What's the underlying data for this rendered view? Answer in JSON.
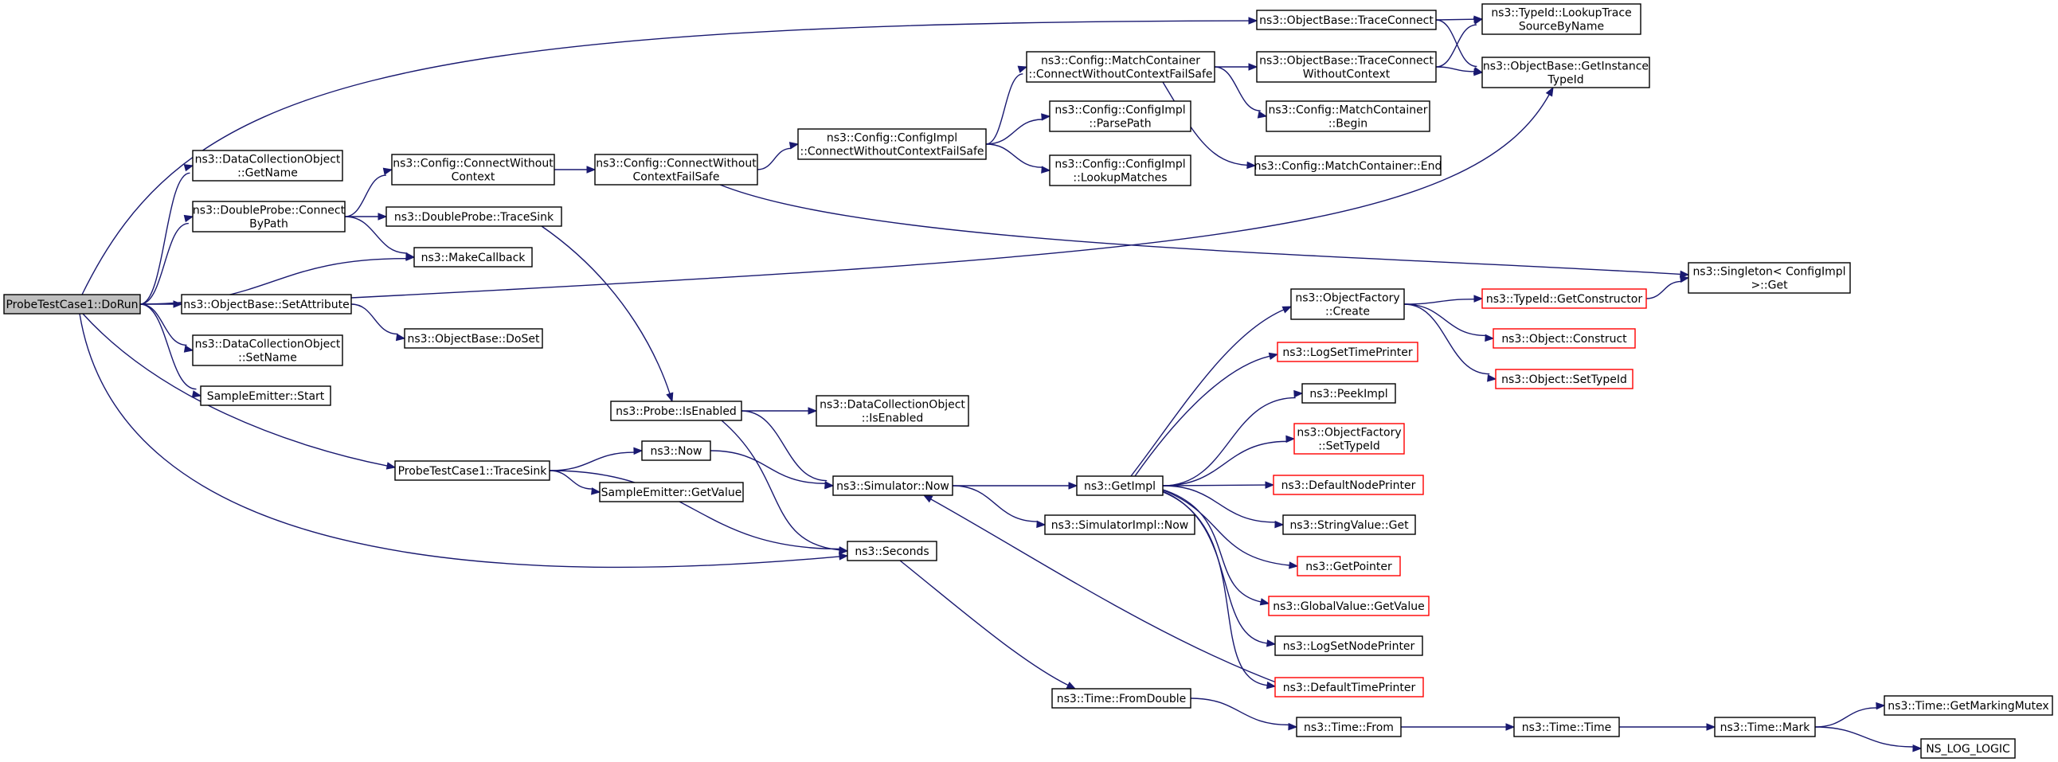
{
  "colors": {
    "edge": "#191970",
    "node_border": "#000000",
    "truncated_border": "#ff0000",
    "root_fill": "#bfbfbf",
    "node_fill": "#ffffff"
  },
  "nodes": [
    {
      "id": "dorun",
      "lines": [
        "ProbeTestCase1::DoRun"
      ],
      "style": "root"
    },
    {
      "id": "tracesink_self",
      "lines": [
        "ProbeTestCase1::TraceSink"
      ],
      "style": "normal"
    },
    {
      "id": "dco_getname",
      "lines": [
        "ns3::DataCollectionObject",
        "::GetName"
      ],
      "style": "normal"
    },
    {
      "id": "dp_connectbypath",
      "lines": [
        "ns3::DoubleProbe::Connect",
        "ByPath"
      ],
      "style": "normal"
    },
    {
      "id": "makecallback",
      "lines": [
        "ns3::MakeCallback"
      ],
      "style": "normal"
    },
    {
      "id": "ob_setattribute",
      "lines": [
        "ns3::ObjectBase::SetAttribute"
      ],
      "style": "normal"
    },
    {
      "id": "dco_setname",
      "lines": [
        "ns3::DataCollectionObject",
        "::SetName"
      ],
      "style": "normal"
    },
    {
      "id": "se_start",
      "lines": [
        "SampleEmitter::Start"
      ],
      "style": "normal"
    },
    {
      "id": "ob_traceconnect",
      "lines": [
        "ns3::ObjectBase::TraceConnect"
      ],
      "style": "normal"
    },
    {
      "id": "seconds",
      "lines": [
        "ns3::Seconds"
      ],
      "style": "normal"
    },
    {
      "id": "cfg_connectwithout",
      "lines": [
        "ns3::Config::ConnectWithout",
        "Context"
      ],
      "style": "normal"
    },
    {
      "id": "dp_tracesink",
      "lines": [
        "ns3::DoubleProbe::TraceSink"
      ],
      "style": "normal"
    },
    {
      "id": "cfg_cwcfs",
      "lines": [
        "ns3::Config::ConnectWithout",
        "ContextFailSafe"
      ],
      "style": "normal"
    },
    {
      "id": "cfgimpl_cwcfs",
      "lines": [
        "ns3::Config::ConfigImpl",
        "::ConnectWithoutContextFailSafe"
      ],
      "style": "normal"
    },
    {
      "id": "cfgimpl_parsepath",
      "lines": [
        "ns3::Config::ConfigImpl",
        "::ParsePath"
      ],
      "style": "normal"
    },
    {
      "id": "cfgimpl_lookupmatches",
      "lines": [
        "ns3::Config::ConfigImpl",
        "::LookupMatches"
      ],
      "style": "normal"
    },
    {
      "id": "mc_cwcfs",
      "lines": [
        "ns3::Config::MatchContainer",
        "::ConnectWithoutContextFailSafe"
      ],
      "style": "normal"
    },
    {
      "id": "ob_traceconnectwc",
      "lines": [
        "ns3::ObjectBase::TraceConnect",
        "WithoutContext"
      ],
      "style": "normal"
    },
    {
      "id": "mc_begin",
      "lines": [
        "ns3::Config::MatchContainer",
        "::Begin"
      ],
      "style": "normal"
    },
    {
      "id": "mc_end",
      "lines": [
        "ns3::Config::MatchContainer::End"
      ],
      "style": "normal"
    },
    {
      "id": "typeid_lookuptrace",
      "lines": [
        "ns3::TypeId::LookupTrace",
        "SourceByName"
      ],
      "style": "normal"
    },
    {
      "id": "ob_getinstancetypeid",
      "lines": [
        "ns3::ObjectBase::GetInstance",
        "TypeId"
      ],
      "style": "normal"
    },
    {
      "id": "singleton_get",
      "lines": [
        "ns3::Singleton< ConfigImpl",
        " >::Get"
      ],
      "style": "normal"
    },
    {
      "id": "ob_doset",
      "lines": [
        "ns3::ObjectBase::DoSet"
      ],
      "style": "normal"
    },
    {
      "id": "probe_isenabled",
      "lines": [
        "ns3::Probe::IsEnabled"
      ],
      "style": "normal"
    },
    {
      "id": "dco_isenabled",
      "lines": [
        "ns3::DataCollectionObject",
        "::IsEnabled"
      ],
      "style": "normal"
    },
    {
      "id": "now",
      "lines": [
        "ns3::Now"
      ],
      "style": "normal"
    },
    {
      "id": "se_getvalue",
      "lines": [
        "SampleEmitter::GetValue"
      ],
      "style": "normal"
    },
    {
      "id": "sim_now",
      "lines": [
        "ns3::Simulator::Now"
      ],
      "style": "normal"
    },
    {
      "id": "getimpl",
      "lines": [
        "ns3::GetImpl"
      ],
      "style": "normal"
    },
    {
      "id": "simimpl_now",
      "lines": [
        "ns3::SimulatorImpl::Now"
      ],
      "style": "normal"
    },
    {
      "id": "of_create",
      "lines": [
        "ns3::ObjectFactory",
        "::Create"
      ],
      "style": "normal"
    },
    {
      "id": "typeid_getconstructor",
      "lines": [
        "ns3::TypeId::GetConstructor"
      ],
      "style": "truncated"
    },
    {
      "id": "obj_construct",
      "lines": [
        "ns3::Object::Construct"
      ],
      "style": "truncated"
    },
    {
      "id": "obj_settypeid",
      "lines": [
        "ns3::Object::SetTypeId"
      ],
      "style": "truncated"
    },
    {
      "id": "logsettimeprinter",
      "lines": [
        "ns3::LogSetTimePrinter"
      ],
      "style": "truncated"
    },
    {
      "id": "peekimpl",
      "lines": [
        "ns3::PeekImpl"
      ],
      "style": "normal"
    },
    {
      "id": "of_settypeid",
      "lines": [
        "ns3::ObjectFactory",
        "::SetTypeId"
      ],
      "style": "truncated"
    },
    {
      "id": "defaultnodeprinter",
      "lines": [
        "ns3::DefaultNodePrinter"
      ],
      "style": "truncated"
    },
    {
      "id": "stringvalue_get",
      "lines": [
        "ns3::StringValue::Get"
      ],
      "style": "normal"
    },
    {
      "id": "getpointer",
      "lines": [
        "ns3::GetPointer"
      ],
      "style": "truncated"
    },
    {
      "id": "globalvalue_getvalue",
      "lines": [
        "ns3::GlobalValue::GetValue"
      ],
      "style": "truncated"
    },
    {
      "id": "logsetnodeprinter",
      "lines": [
        "ns3::LogSetNodePrinter"
      ],
      "style": "normal"
    },
    {
      "id": "defaulttimeprinter",
      "lines": [
        "ns3::DefaultTimePrinter"
      ],
      "style": "truncated"
    },
    {
      "id": "time_fromdouble",
      "lines": [
        "ns3::Time::FromDouble"
      ],
      "style": "normal"
    },
    {
      "id": "time_from",
      "lines": [
        "ns3::Time::From"
      ],
      "style": "normal"
    },
    {
      "id": "time_time",
      "lines": [
        "ns3::Time::Time"
      ],
      "style": "normal"
    },
    {
      "id": "time_mark",
      "lines": [
        "ns3::Time::Mark"
      ],
      "style": "normal"
    },
    {
      "id": "time_getmarkingmutex",
      "lines": [
        "ns3::Time::GetMarkingMutex"
      ],
      "style": "normal"
    },
    {
      "id": "ns_log_logic",
      "lines": [
        "NS_LOG_LOGIC"
      ],
      "style": "normal"
    }
  ],
  "edges": [
    {
      "from": "dorun",
      "to": "ob_traceconnect"
    },
    {
      "from": "dorun",
      "to": "dco_getname"
    },
    {
      "from": "dorun",
      "to": "dp_connectbypath"
    },
    {
      "from": "dorun",
      "to": "makecallback"
    },
    {
      "from": "dorun",
      "to": "ob_setattribute"
    },
    {
      "from": "dorun",
      "to": "dco_setname"
    },
    {
      "from": "dorun",
      "to": "se_start"
    },
    {
      "from": "dorun",
      "to": "tracesink_self"
    },
    {
      "from": "dorun",
      "to": "seconds"
    },
    {
      "from": "dp_connectbypath",
      "to": "cfg_connectwithout"
    },
    {
      "from": "dp_connectbypath",
      "to": "dp_tracesink"
    },
    {
      "from": "dp_connectbypath",
      "to": "makecallback"
    },
    {
      "from": "cfg_connectwithout",
      "to": "cfg_cwcfs"
    },
    {
      "from": "cfg_cwcfs",
      "to": "cfgimpl_cwcfs"
    },
    {
      "from": "cfg_cwcfs",
      "to": "singleton_get"
    },
    {
      "from": "cfgimpl_cwcfs",
      "to": "mc_cwcfs"
    },
    {
      "from": "cfgimpl_cwcfs",
      "to": "cfgimpl_parsepath"
    },
    {
      "from": "cfgimpl_cwcfs",
      "to": "cfgimpl_lookupmatches"
    },
    {
      "from": "mc_cwcfs",
      "to": "ob_traceconnectwc"
    },
    {
      "from": "mc_cwcfs",
      "to": "mc_begin"
    },
    {
      "from": "mc_cwcfs",
      "to": "mc_end"
    },
    {
      "from": "ob_traceconnect",
      "to": "typeid_lookuptrace"
    },
    {
      "from": "ob_traceconnect",
      "to": "ob_getinstancetypeid"
    },
    {
      "from": "ob_traceconnectwc",
      "to": "typeid_lookuptrace"
    },
    {
      "from": "ob_traceconnectwc",
      "to": "ob_getinstancetypeid"
    },
    {
      "from": "ob_setattribute",
      "to": "ob_getinstancetypeid"
    },
    {
      "from": "ob_setattribute",
      "to": "ob_doset"
    },
    {
      "from": "dp_tracesink",
      "to": "probe_isenabled"
    },
    {
      "from": "probe_isenabled",
      "to": "dco_isenabled"
    },
    {
      "from": "probe_isenabled",
      "to": "sim_now"
    },
    {
      "from": "probe_isenabled",
      "to": "seconds"
    },
    {
      "from": "tracesink_self",
      "to": "now"
    },
    {
      "from": "tracesink_self",
      "to": "se_getvalue"
    },
    {
      "from": "tracesink_self",
      "to": "seconds"
    },
    {
      "from": "now",
      "to": "sim_now"
    },
    {
      "from": "sim_now",
      "to": "getimpl"
    },
    {
      "from": "sim_now",
      "to": "simimpl_now"
    },
    {
      "from": "getimpl",
      "to": "of_create"
    },
    {
      "from": "getimpl",
      "to": "logsettimeprinter"
    },
    {
      "from": "getimpl",
      "to": "peekimpl"
    },
    {
      "from": "getimpl",
      "to": "of_settypeid"
    },
    {
      "from": "getimpl",
      "to": "defaultnodeprinter"
    },
    {
      "from": "getimpl",
      "to": "stringvalue_get"
    },
    {
      "from": "getimpl",
      "to": "getpointer"
    },
    {
      "from": "getimpl",
      "to": "globalvalue_getvalue"
    },
    {
      "from": "getimpl",
      "to": "logsetnodeprinter"
    },
    {
      "from": "getimpl",
      "to": "defaulttimeprinter"
    },
    {
      "from": "of_create",
      "to": "typeid_getconstructor"
    },
    {
      "from": "of_create",
      "to": "obj_construct"
    },
    {
      "from": "of_create",
      "to": "obj_settypeid"
    },
    {
      "from": "typeid_getconstructor",
      "to": "singleton_get"
    },
    {
      "from": "defaulttimeprinter",
      "to": "sim_now"
    },
    {
      "from": "seconds",
      "to": "time_fromdouble"
    },
    {
      "from": "time_fromdouble",
      "to": "time_from"
    },
    {
      "from": "time_from",
      "to": "time_time"
    },
    {
      "from": "time_time",
      "to": "time_mark"
    },
    {
      "from": "time_mark",
      "to": "time_getmarkingmutex"
    },
    {
      "from": "time_mark",
      "to": "ns_log_logic"
    }
  ]
}
